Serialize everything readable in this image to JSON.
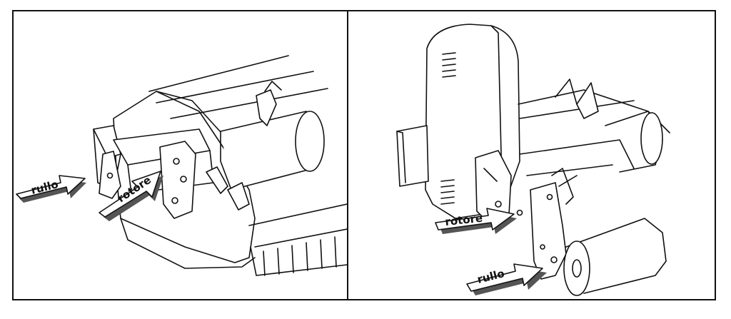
{
  "colors": {
    "line": "#111111",
    "background": "#ffffff",
    "arrow_fill": "#ffffff",
    "arrow_shadow": "#555555"
  },
  "left_panel": {
    "labels": {
      "rullo": "rullo",
      "rotore": "rotore"
    }
  },
  "right_panel": {
    "labels": {
      "rotore": "rotore",
      "rullo": "rullo"
    }
  }
}
